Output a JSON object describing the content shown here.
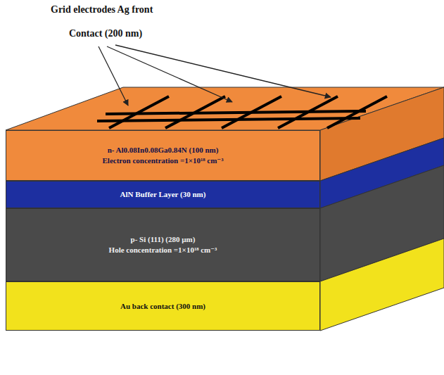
{
  "diagram": {
    "nodes": [
      {
        "text": [
          "n- Al0.08In0.08Ga0.84N (100 nm)",
          "Electron concentration =1×10¹⁸ cm⁻³"
        ]
      },
      {
        "text": [
          "AlN Buffer Layer (30 nm)"
        ]
      },
      {
        "text": [
          "p- Si (111) (280 µm)",
          "Hole concentration =1×10¹⁸ cm⁻³"
        ]
      },
      {
        "text": [
          "Au back contact (300 nm)"
        ]
      }
    ],
    "labels": [
      "Grid electrodes Ag front",
      "Contact (200 nm)"
    ]
  }
}
